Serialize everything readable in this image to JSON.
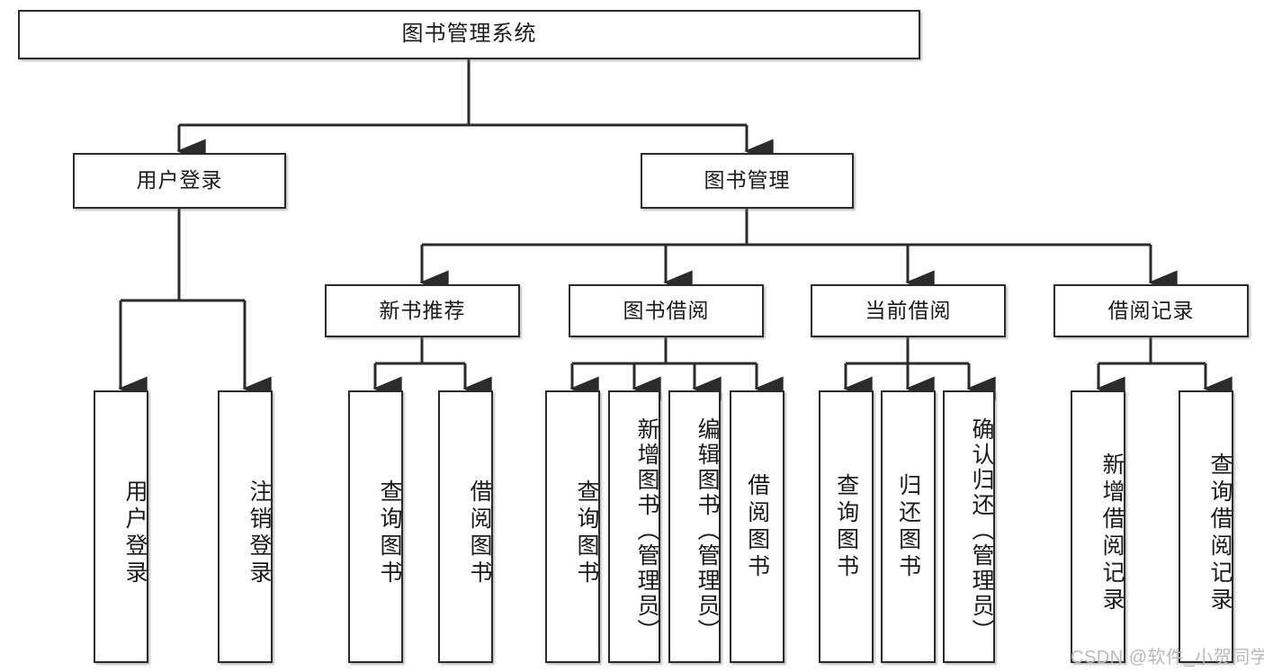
{
  "diagram": {
    "title": "图书管理系统",
    "type": "tree-hierarchy-diagram",
    "root": {
      "label": "图书管理系统"
    },
    "level1": [
      {
        "label": "用户登录"
      },
      {
        "label": "图书管理"
      }
    ],
    "level2": [
      {
        "label": "新书推荐"
      },
      {
        "label": "图书借阅"
      },
      {
        "label": "当前借阅"
      },
      {
        "label": "借阅记录"
      }
    ],
    "leaves": {
      "user_login": [
        {
          "label": "用户登录"
        },
        {
          "label": "注销登录"
        }
      ],
      "new_book_recommend": [
        {
          "label": "查询图书"
        },
        {
          "label": "借阅图书"
        }
      ],
      "book_borrow": [
        {
          "label": "查询图书"
        },
        {
          "label": "新增图书（管理员）"
        },
        {
          "label": "编辑图书（管理员）"
        },
        {
          "label": "借阅图书"
        }
      ],
      "current_borrow": [
        {
          "label": "查询图书"
        },
        {
          "label": "归还图书"
        },
        {
          "label": "确认归还（管理员）"
        }
      ],
      "borrow_record": [
        {
          "label": "新增借阅记录"
        },
        {
          "label": "查询借阅记录"
        }
      ]
    }
  },
  "watermark": {
    "text": "CSDN @软件_小贺同学"
  },
  "colors": {
    "stroke": "#2b2b2b",
    "background": "#ffffff",
    "text": "#1a1a1a",
    "watermark": "#b9b9b9"
  }
}
